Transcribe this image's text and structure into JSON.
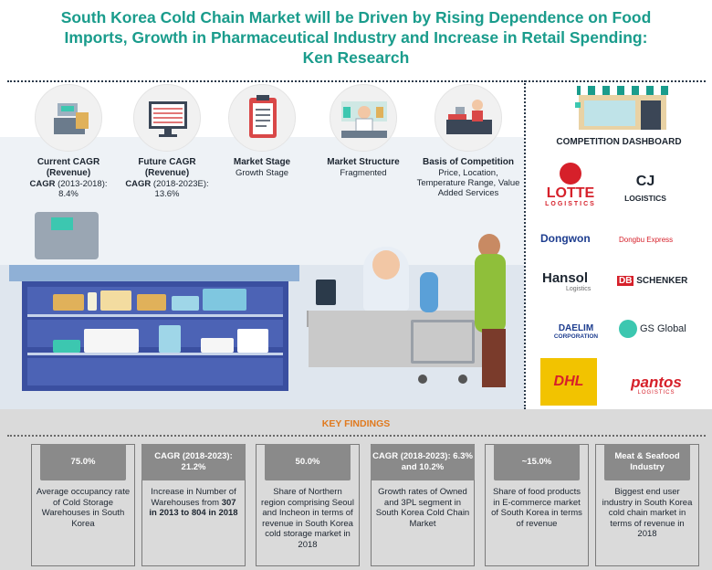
{
  "header": {
    "title_line1": "South Korea Cold Chain Market will be Driven by Rising Dependence on Food",
    "title_line2": "Imports, Growth in Pharmaceutical Industry and Increase in Retail Spending:",
    "title_line3": "Ken Research"
  },
  "metrics": [
    {
      "heading": "Current CAGR",
      "subheading": "(Revenue)",
      "label_bold": "CAGR",
      "label_rest": " (2013-2018):",
      "value": "8.4%",
      "icon": "cash-register-icon"
    },
    {
      "heading": "Future CAGR",
      "subheading": "(Revenue)",
      "label_bold": "CAGR",
      "label_rest": " (2018-2023E):",
      "value": "13.6%",
      "icon": "computer-spreadsheet-icon"
    },
    {
      "heading": "Market Stage",
      "subheading": "",
      "value": "Growth Stage",
      "icon": "clipboard-icon"
    },
    {
      "heading": "Market Structure",
      "subheading": "",
      "value": "Fragmented",
      "icon": "pharmacist-icon"
    },
    {
      "heading": "Basis of Competition",
      "subheading": "",
      "value": "Price, Location, Temperature Range, Value Added Services",
      "icon": "checkout-counter-icon"
    }
  ],
  "competition": {
    "title": "COMPETITION DASHBOARD",
    "logos": [
      "LOTTE",
      "LOGISTICS",
      "CJ",
      "LOGISTICS",
      "Dongwon",
      "Dongbu Express",
      "Hansol",
      "Logistics",
      "DB",
      "SCHENKER",
      "DAELIM",
      "CORPORATION",
      "GS Global",
      "DHL",
      "pantos",
      "LOGISTICS"
    ]
  },
  "findings": {
    "title": "KEY FINDINGS",
    "cards": [
      {
        "head": "75.0%",
        "body": "Average occupancy rate of Cold Storage Warehouses in South Korea",
        "bold": ""
      },
      {
        "head": "CAGR (2018-2023): 21.2%",
        "body": "Increase in Number of Warehouses from",
        "bold": "307 in 2013 to 804 in 2018"
      },
      {
        "head": "50.0%",
        "body": "Share of Northern region comprising Seoul and Incheon in terms of  revenue in South Korea cold storage market in 2018",
        "bold": ""
      },
      {
        "head": "CAGR (2018-2023): 6.3% and 10.2%",
        "body": "Growth rates of Owned and 3PL segment in  South Korea Cold Chain Market",
        "bold": ""
      },
      {
        "head": "~15.0%",
        "body": "Share of food products in E-commerce market of South Korea in terms of revenue",
        "bold": ""
      },
      {
        "head": "Meat & Seafood Industry",
        "body": "Biggest end user industry in South Korea cold chain market in terms of revenue in 2018",
        "bold": ""
      }
    ]
  },
  "colors": {
    "title": "#1a9c8c",
    "findings_title": "#e07a1f",
    "card_head": "#8a8a8a"
  }
}
